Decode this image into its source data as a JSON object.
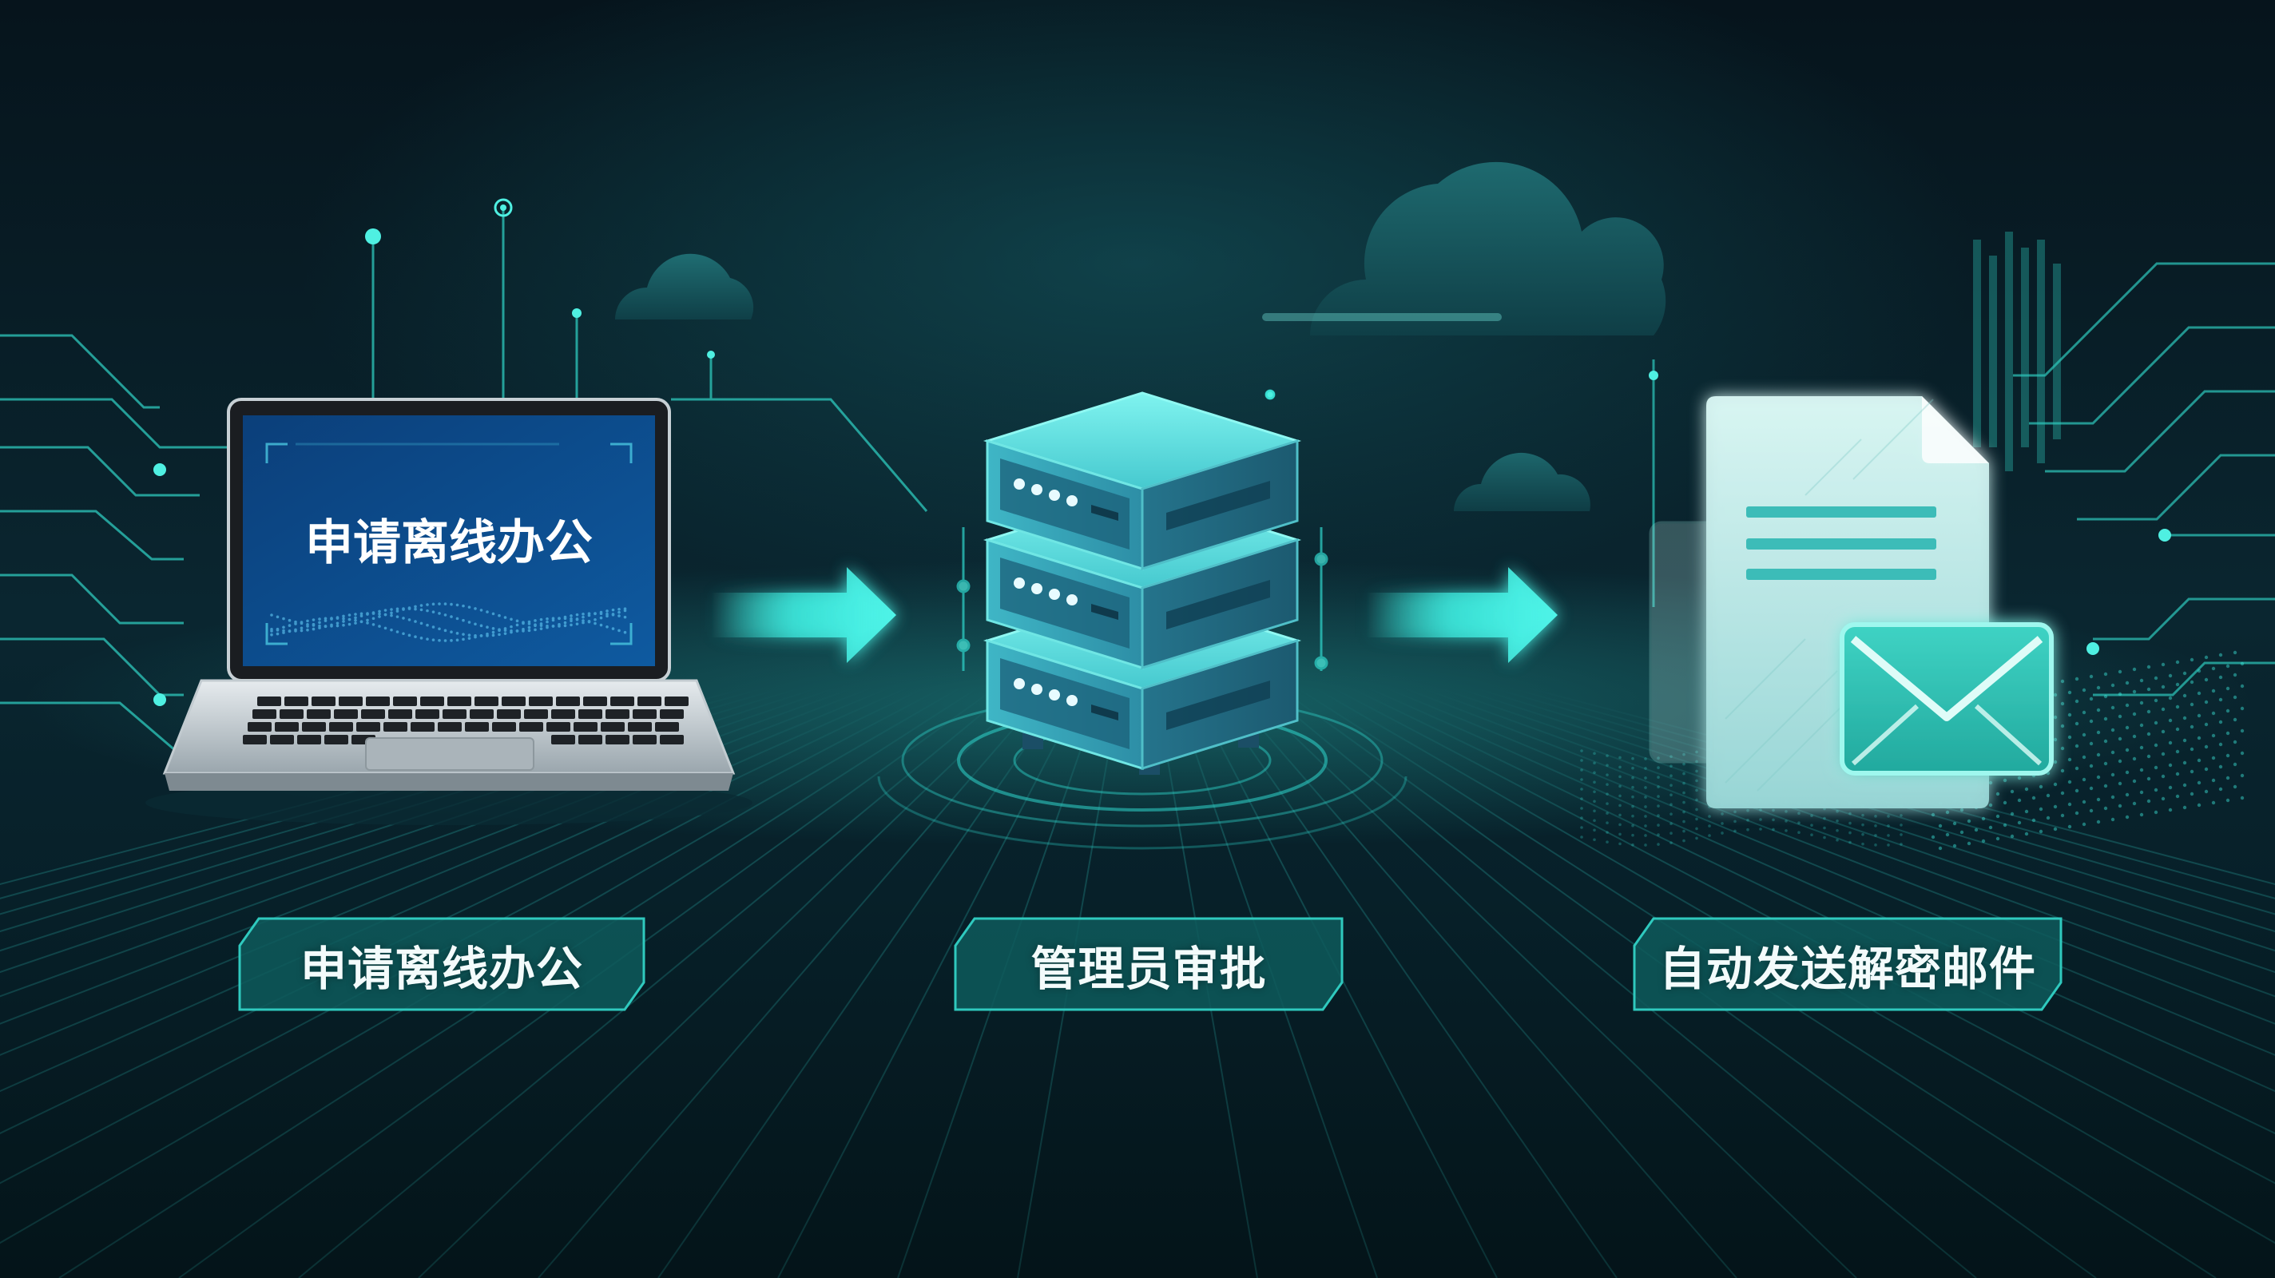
{
  "steps": [
    {
      "id": "apply",
      "screen_text": "申请离线办公",
      "label": "申请离线办公",
      "icon": "laptop-icon"
    },
    {
      "id": "approve",
      "label": "管理员审批",
      "icon": "server-icon"
    },
    {
      "id": "send",
      "label": "自动发送解密邮件",
      "icon": "document-email-icon"
    }
  ],
  "connectors": [
    {
      "from": "apply",
      "to": "approve",
      "icon": "arrow-right-icon"
    },
    {
      "from": "approve",
      "to": "send",
      "icon": "arrow-right-icon"
    }
  ],
  "colors": {
    "background": "#051820",
    "accent": "#3de8dc",
    "label_fill": "#0e5a5c",
    "label_border": "#2fc9be",
    "laptop_screen": "#0b3f7a"
  }
}
